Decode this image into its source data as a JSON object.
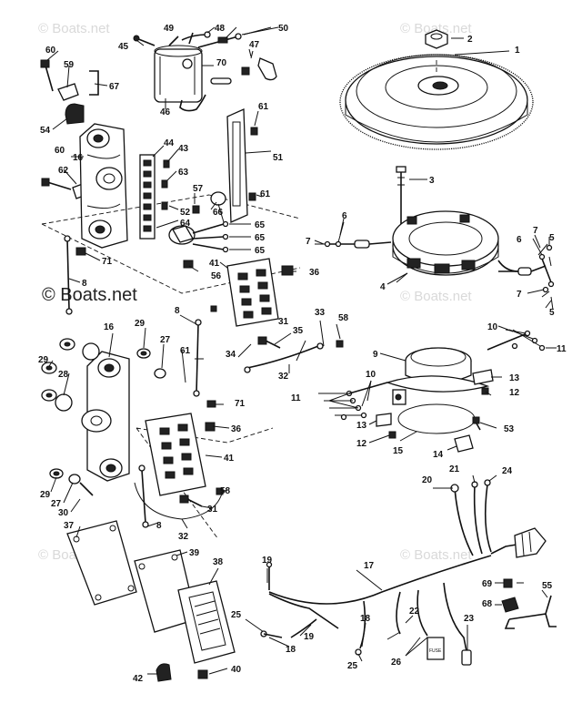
{
  "watermarks": {
    "top_left": "© Boats.net",
    "top_right": "© Boats.net",
    "middle_left": "© Boats.net",
    "middle_right": "© Boats.net",
    "bottom_left": "© Boats.net",
    "bottom_right": "© Boats.net"
  },
  "callouts": {
    "c1": "1",
    "c2": "2",
    "c3": "3",
    "c4": "4",
    "c5a": "5",
    "c5b": "5",
    "c6a": "6",
    "c6b": "6",
    "c7a": "7",
    "c7b": "7",
    "c7c": "7",
    "c8a": "8",
    "c8b": "8",
    "c8c": "8",
    "c9": "9",
    "c10a": "10",
    "c10b": "10",
    "c11a": "11",
    "c11b": "11",
    "c12a": "12",
    "c12b": "12",
    "c13a": "13",
    "c13b": "13",
    "c14": "14",
    "c15": "15",
    "c16a": "16",
    "c16b": "16",
    "c17": "17",
    "c18a": "18",
    "c18b": "18",
    "c19a": "19",
    "c19b": "19",
    "c20": "20",
    "c21": "21",
    "c22": "22",
    "c23": "23",
    "c24": "24",
    "c25a": "25",
    "c25b": "25",
    "c26": "26",
    "c27a": "27",
    "c27b": "27",
    "c28": "28",
    "c29a": "29",
    "c29b": "29",
    "c29c": "29",
    "c30": "30",
    "c31a": "31",
    "c31b": "31",
    "c32a": "32",
    "c32b": "32",
    "c33": "33",
    "c34": "34",
    "c35": "35",
    "c36a": "36",
    "c36b": "36",
    "c37": "37",
    "c38": "38",
    "c39": "39",
    "c40": "40",
    "c41a": "41",
    "c41b": "41",
    "c42": "42",
    "c43": "43",
    "c44": "44",
    "c45": "45",
    "c46": "46",
    "c47": "47",
    "c48": "48",
    "c49": "49",
    "c50": "50",
    "c51": "51",
    "c52": "52",
    "c53": "53",
    "c54": "54",
    "c55": "55",
    "c56": "56",
    "c57": "57",
    "c58a": "58",
    "c58b": "58",
    "c59": "59",
    "c60a": "60",
    "c60b": "60",
    "c61a": "61",
    "c61b": "61",
    "c61c": "61",
    "c62": "62",
    "c63": "63",
    "c64": "64",
    "c65a": "65",
    "c65b": "65",
    "c65c": "65",
    "c66": "66",
    "c67": "67",
    "c68": "68",
    "c69": "69",
    "c70": "70",
    "c71a": "71",
    "c71b": "71"
  },
  "fuse_label": "FUSE"
}
